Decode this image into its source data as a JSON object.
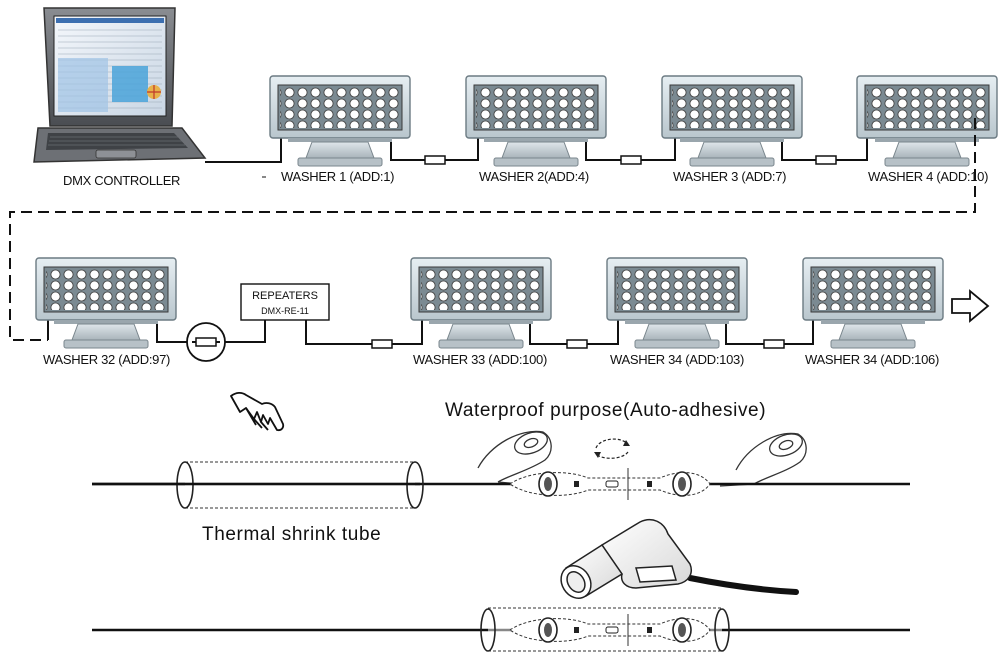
{
  "controller": {
    "label": "DMX CONTROLLER"
  },
  "row1": {
    "washers": [
      {
        "label": "WASHER 1 (ADD:1)"
      },
      {
        "label": "WASHER 2(ADD:4)"
      },
      {
        "label": "WASHER 3 (ADD:7)"
      },
      {
        "label": "WASHER 4 (ADD:10)"
      }
    ]
  },
  "row2": {
    "washers": [
      {
        "label": "WASHER 32 (ADD:97)"
      },
      {
        "label": "WASHER 33 (ADD:100)"
      },
      {
        "label": "WASHER 34 (ADD:103)"
      },
      {
        "label": "WASHER 34 (ADD:106)"
      }
    ]
  },
  "repeater": {
    "title": "REPEATERS",
    "model": "DMX-RE-11"
  },
  "waterproof": {
    "label": "Waterproof  purpose(Auto-adhesive)"
  },
  "shrink_tube": {
    "label": "Thermal shrink tube"
  },
  "icons": {
    "laptop": "laptop-icon",
    "washer": "led-washer-icon",
    "connector": "connector-icon",
    "arrow": "hollow-arrow-right-icon",
    "hand": "pointing-hand-icon",
    "tape": "adhesive-tape-roll-icon",
    "heat_gun": "heat-gun-icon"
  }
}
